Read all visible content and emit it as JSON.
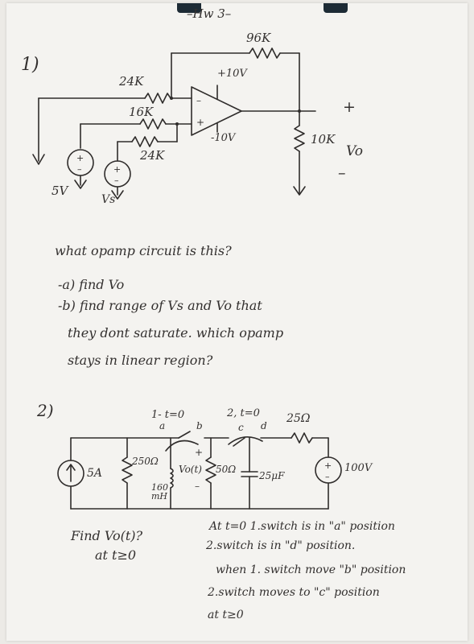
{
  "page": {
    "header": "–Hw 3–"
  },
  "problem1": {
    "number": "1)",
    "labels": {
      "r_feedback": "96K",
      "vcc_pos": "+10V",
      "vcc_neg": "-10V",
      "r_in1": "24K",
      "r_in2": "16K",
      "r_in3": "24K",
      "r_load": "10K",
      "output": "Vo",
      "plus": "+",
      "minus": "–",
      "src1": "5V",
      "src2": "Vs"
    },
    "question": "what opamp circuit is this?",
    "part_a": "-a) find Vo",
    "part_b_1": "-b) find range of Vs and Vo that",
    "part_b_2": "they dont saturate. which opamp",
    "part_b_3": "stays in linear region?"
  },
  "problem2": {
    "number": "2)",
    "labels": {
      "switch1": "1- t=0",
      "switch1_a": "a",
      "switch1_b": "b",
      "switch2": "2, t=0",
      "switch2_c": "c",
      "switch2_d": "d",
      "r_series": "25Ω",
      "current_source": "5A",
      "r1": "250Ω",
      "inductor": "160 mH",
      "vo_label": "Vo(t)",
      "r2": "50Ω",
      "capacitor": "25μF",
      "voltage_source": "100V"
    },
    "find": "Find Vo(t)?",
    "find_cond": "at t≥0",
    "note_1": "At t=0 1.switch is in \"a\" position",
    "note_2": "2.switch is in \"d\" position.",
    "note_3": "when 1. switch move \"b\" position",
    "note_4": "2.switch moves to \"c\" position",
    "note_5": "at t≥0"
  }
}
